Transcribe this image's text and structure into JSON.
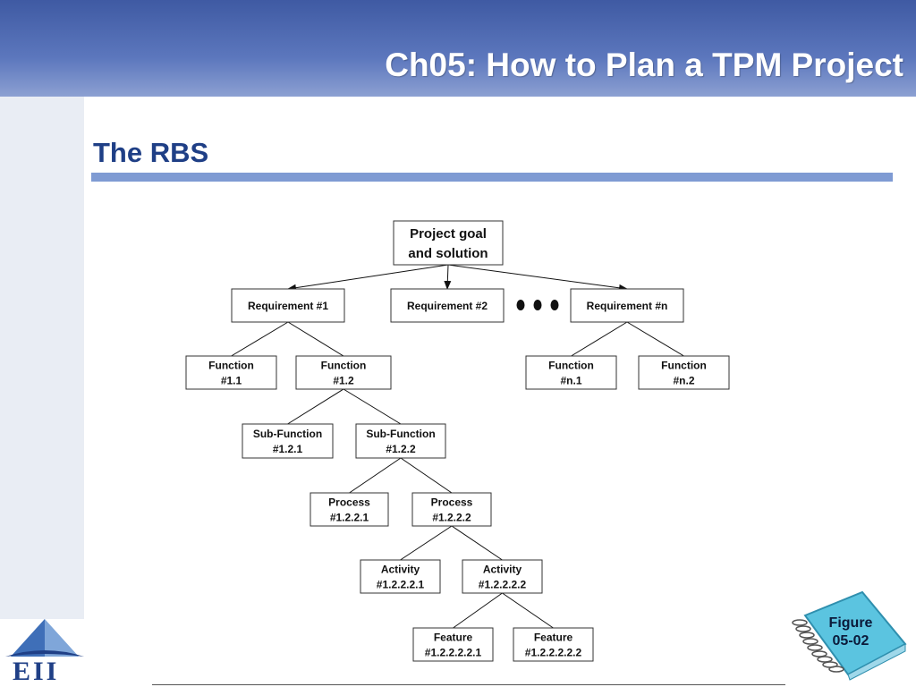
{
  "slide": {
    "header_title": "Ch05: How to Plan a TPM Project",
    "section_title": "The RBS",
    "logo_text": "EII",
    "figure_label": [
      "Figure",
      "05-02"
    ]
  },
  "diagram": {
    "nodes": [
      {
        "id": "goal",
        "lines": [
          "Project goal",
          "and solution"
        ]
      },
      {
        "id": "req1",
        "lines": [
          "Requirement #1"
        ]
      },
      {
        "id": "req2",
        "lines": [
          "Requirement #2"
        ]
      },
      {
        "id": "reqn",
        "lines": [
          "Requirement #n"
        ]
      },
      {
        "id": "f11",
        "lines": [
          "Function",
          "#1.1"
        ]
      },
      {
        "id": "f12",
        "lines": [
          "Function",
          "#1.2"
        ]
      },
      {
        "id": "fn1",
        "lines": [
          "Function",
          "#n.1"
        ]
      },
      {
        "id": "fn2",
        "lines": [
          "Function",
          "#n.2"
        ]
      },
      {
        "id": "sf121",
        "lines": [
          "Sub-Function",
          "#1.2.1"
        ]
      },
      {
        "id": "sf122",
        "lines": [
          "Sub-Function",
          "#1.2.2"
        ]
      },
      {
        "id": "p1221",
        "lines": [
          "Process",
          "#1.2.2.1"
        ]
      },
      {
        "id": "p1222",
        "lines": [
          "Process",
          "#1.2.2.2"
        ]
      },
      {
        "id": "a12221",
        "lines": [
          "Activity",
          "#1.2.2.2.1"
        ]
      },
      {
        "id": "a12222",
        "lines": [
          "Activity",
          "#1.2.2.2.2"
        ]
      },
      {
        "id": "ft1",
        "lines": [
          "Feature",
          "#1.2.2.2.2.1"
        ]
      },
      {
        "id": "ft2",
        "lines": [
          "Feature",
          "#1.2.2.2.2.2"
        ]
      }
    ],
    "edges": [
      {
        "from": "goal",
        "to": "req1",
        "arrow": true
      },
      {
        "from": "goal",
        "to": "req2",
        "arrow": true
      },
      {
        "from": "goal",
        "to": "reqn",
        "arrow": true
      },
      {
        "from": "req1",
        "to": "f11",
        "arrow": false
      },
      {
        "from": "req1",
        "to": "f12",
        "arrow": false
      },
      {
        "from": "reqn",
        "to": "fn1",
        "arrow": false
      },
      {
        "from": "reqn",
        "to": "fn2",
        "arrow": false
      },
      {
        "from": "f12",
        "to": "sf121",
        "arrow": false
      },
      {
        "from": "f12",
        "to": "sf122",
        "arrow": false
      },
      {
        "from": "sf122",
        "to": "p1221",
        "arrow": false
      },
      {
        "from": "sf122",
        "to": "p1222",
        "arrow": false
      },
      {
        "from": "p1222",
        "to": "a12221",
        "arrow": false
      },
      {
        "from": "p1222",
        "to": "a12222",
        "arrow": false
      },
      {
        "from": "a12222",
        "to": "ft1",
        "arrow": false
      },
      {
        "from": "a12222",
        "to": "ft2",
        "arrow": false
      }
    ],
    "ellipsis_dots": 3
  }
}
